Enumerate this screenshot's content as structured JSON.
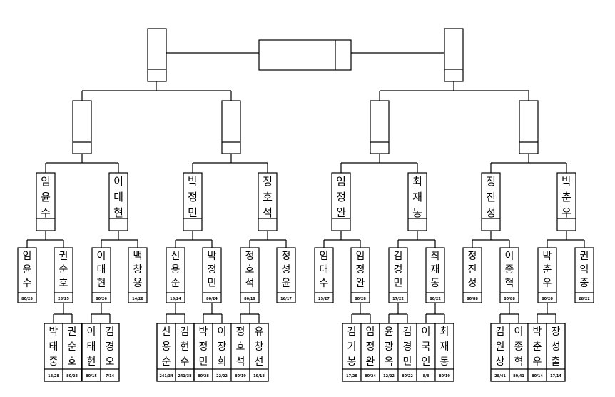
{
  "bracket": {
    "round4": [
      {
        "name": "임윤수",
        "score": ""
      },
      {
        "name": "이태현",
        "score": ""
      },
      {
        "name": "박정민",
        "score": ""
      },
      {
        "name": "정호석",
        "score": ""
      },
      {
        "name": "임정완",
        "score": ""
      },
      {
        "name": "최재동",
        "score": ""
      },
      {
        "name": "정진성",
        "score": ""
      },
      {
        "name": "박춘우",
        "score": ""
      }
    ],
    "round3": [
      {
        "name": "임윤수",
        "score": "80/25"
      },
      {
        "name": "권순호",
        "score": "28/25"
      },
      {
        "name": "이태현",
        "score": "80/26"
      },
      {
        "name": "백창용",
        "score": "14/28"
      },
      {
        "name": "신용순",
        "score": "16/24"
      },
      {
        "name": "박정민",
        "score": "80/24"
      },
      {
        "name": "정호석",
        "score": "80/19"
      },
      {
        "name": "정성윤",
        "score": "16/17"
      },
      {
        "name": "임태수",
        "score": "25/27"
      },
      {
        "name": "임정완",
        "score": "80/28"
      },
      {
        "name": "김경민",
        "score": "17/22"
      },
      {
        "name": "최재동",
        "score": "80/22"
      },
      {
        "name": "정진성",
        "score": "80/88"
      },
      {
        "name": "이종혁",
        "score": "80/88"
      },
      {
        "name": "박춘우",
        "score": "80/28"
      },
      {
        "name": "권익중",
        "score": "28/22"
      }
    ],
    "round1": [
      {
        "name": "박태중",
        "score": "18/28"
      },
      {
        "name": "권순호",
        "score": "80/28"
      },
      {
        "name": "이태현",
        "score": "80/15"
      },
      {
        "name": "김경오",
        "score": "7/14"
      },
      {
        "name": "신용순",
        "score": "241/34"
      },
      {
        "name": "김현수",
        "score": "241/38"
      },
      {
        "name": "박정민",
        "score": "80/28"
      },
      {
        "name": "이장희",
        "score": "22/22"
      },
      {
        "name": "정호석",
        "score": "80/19"
      },
      {
        "name": "유창선",
        "score": "19/18"
      },
      {
        "name": "김기봉",
        "score": "17/28"
      },
      {
        "name": "임정완",
        "score": "80/24"
      },
      {
        "name": "윤광옥",
        "score": "12/22"
      },
      {
        "name": "김경민",
        "score": "80/22"
      },
      {
        "name": "이국인",
        "score": "8/8"
      },
      {
        "name": "최재동",
        "score": "80/10"
      },
      {
        "name": "김원상",
        "score": "28/41"
      },
      {
        "name": "이종혁",
        "score": "80/41"
      },
      {
        "name": "박춘우",
        "score": "80/14"
      },
      {
        "name": "장성출",
        "score": "17/14"
      }
    ]
  }
}
